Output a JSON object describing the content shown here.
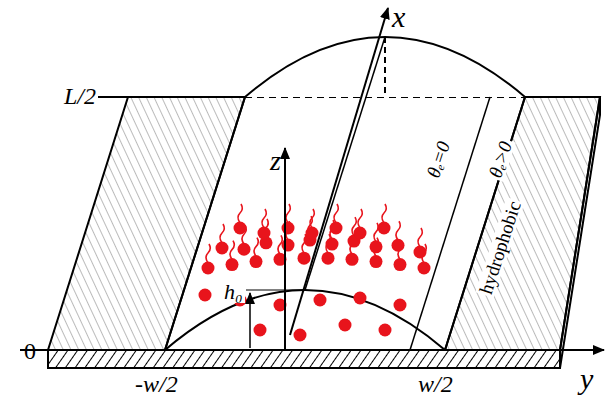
{
  "diagram": {
    "labels": [
      "x",
      "L/2",
      "z",
      "θₑ=0",
      "θₑ>0",
      "hydrophobic",
      "h₀",
      "0",
      "-w/2",
      "w/2",
      "y"
    ]
  }
}
